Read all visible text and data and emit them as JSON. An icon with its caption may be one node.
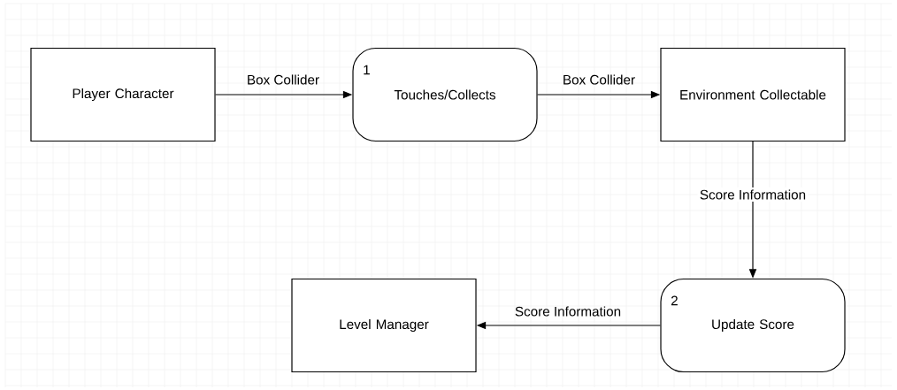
{
  "diagram": {
    "nodes": [
      {
        "text": [
          "Player Character"
        ]
      },
      {
        "text": [
          "1",
          "Touches/Collects"
        ]
      },
      {
        "text": [
          "Environment Collectable"
        ]
      },
      {
        "text": [
          "2",
          "Update Score"
        ]
      },
      {
        "text": [
          "Level Manager"
        ]
      }
    ],
    "edges": [
      {
        "from": 0,
        "to": 1,
        "arrow": "to",
        "label": "Box Collider"
      },
      {
        "from": 1,
        "to": 2,
        "arrow": "to",
        "label": "Box Collider"
      },
      {
        "from": 2,
        "to": 3,
        "arrow": "to",
        "label": "Score Information"
      },
      {
        "from": 3,
        "to": 4,
        "arrow": "to",
        "label": "Score Information"
      }
    ]
  }
}
